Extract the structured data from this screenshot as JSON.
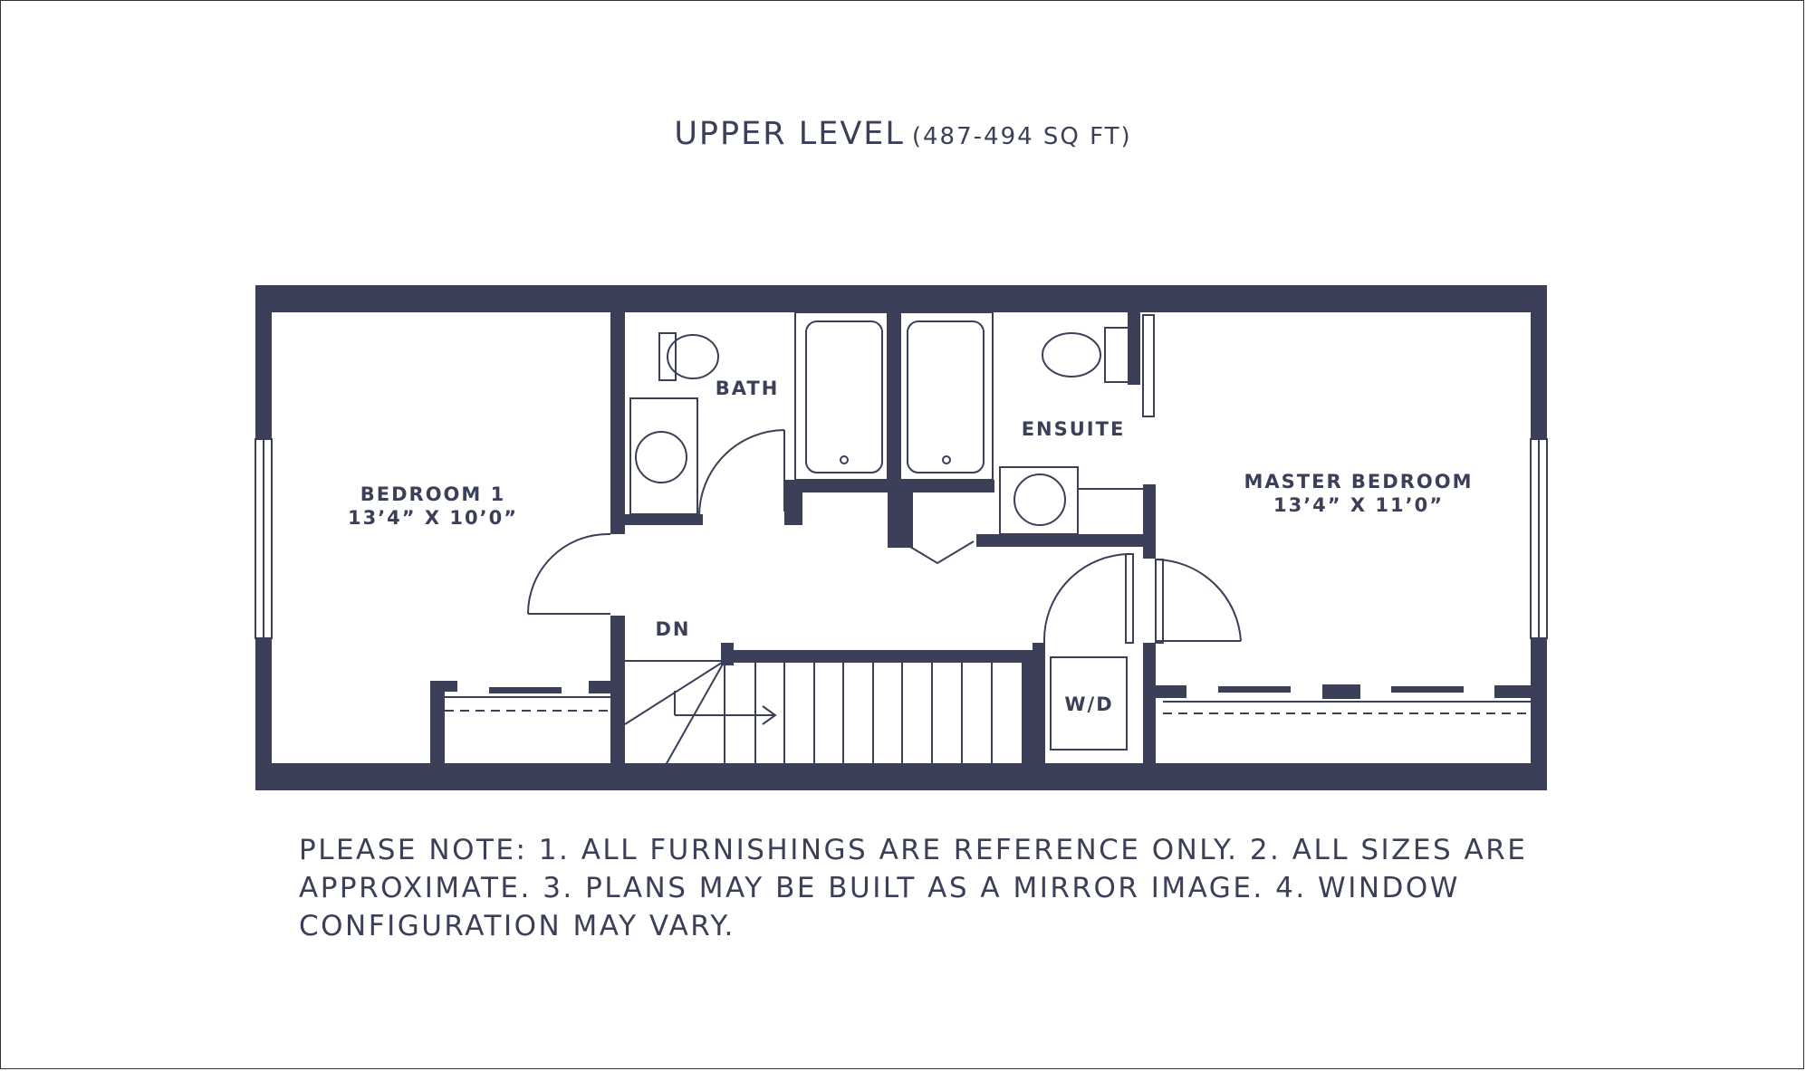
{
  "title": {
    "main": "UPPER LEVEL",
    "area": "(487-494 SQ FT)"
  },
  "rooms": {
    "bedroom1": {
      "name": "BEDROOM 1",
      "size": "13’4” X 10’0”"
    },
    "bath": {
      "name": "BATH"
    },
    "ensuite": {
      "name": "ENSUITE"
    },
    "master": {
      "name": "MASTER BEDROOM",
      "size": "13’4” X 11’0”"
    },
    "stairs": {
      "name": "DN"
    },
    "laundry": {
      "name": "W/D"
    }
  },
  "note": "PLEASE NOTE:  1. ALL FURNISHINGS ARE REFERENCE ONLY. 2. ALL SIZES ARE APPROXIMATE. 3. PLANS MAY BE BUILT AS A MIRROR IMAGE. 4. WINDOW CONFIGURATION MAY VARY.",
  "colors": {
    "wall": "#3b3f57",
    "background": "#ffffff",
    "text": "#3b3f57"
  }
}
